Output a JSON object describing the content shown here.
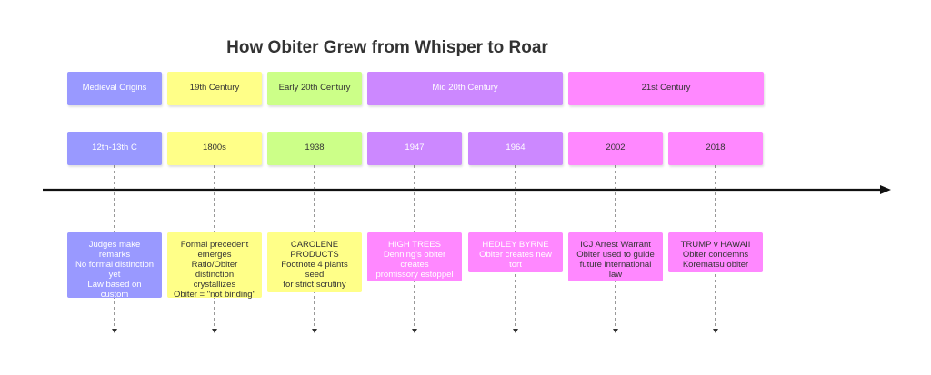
{
  "title": "How Obiter Grew from Whisper to Roar",
  "periods": [
    {
      "label": "Medieval Origins",
      "color": "#9999ff"
    },
    {
      "label": "19th Century",
      "color": "#ffff88"
    },
    {
      "label": "Early 20th Century",
      "color": "#ccff88"
    },
    {
      "label": "Mid 20th Century",
      "color": "#cc88ff"
    },
    {
      "label": "21st Century",
      "color": "#ff88ff"
    }
  ],
  "dates": [
    "12th-13th C",
    "1800s",
    "1938",
    "1947",
    "1964",
    "2002",
    "2018"
  ],
  "events": [
    {
      "lines": [
        "Judges make",
        "remarks",
        "No formal distinction",
        "yet",
        "Law based on",
        "custom"
      ]
    },
    {
      "lines": [
        "Formal precedent",
        "emerges",
        "Ratio/Obiter",
        "distinction",
        "crystallizes",
        "Obiter = \"not binding\""
      ]
    },
    {
      "lines": [
        "CAROLENE",
        "PRODUCTS",
        "Footnote 4 plants",
        "seed",
        "for strict scrutiny"
      ]
    },
    {
      "lines": [
        "HIGH TREES",
        "Denning's obiter",
        "creates",
        "promissory estoppel"
      ]
    },
    {
      "lines": [
        "HEDLEY BYRNE",
        "Obiter creates new",
        "tort"
      ]
    },
    {
      "lines": [
        "ICJ Arrest Warrant",
        "Obiter used to guide",
        "future international",
        "law"
      ]
    },
    {
      "lines": [
        "TRUMP v HAWAII",
        "Obiter condemns",
        "Korematsu obiter"
      ]
    }
  ]
}
